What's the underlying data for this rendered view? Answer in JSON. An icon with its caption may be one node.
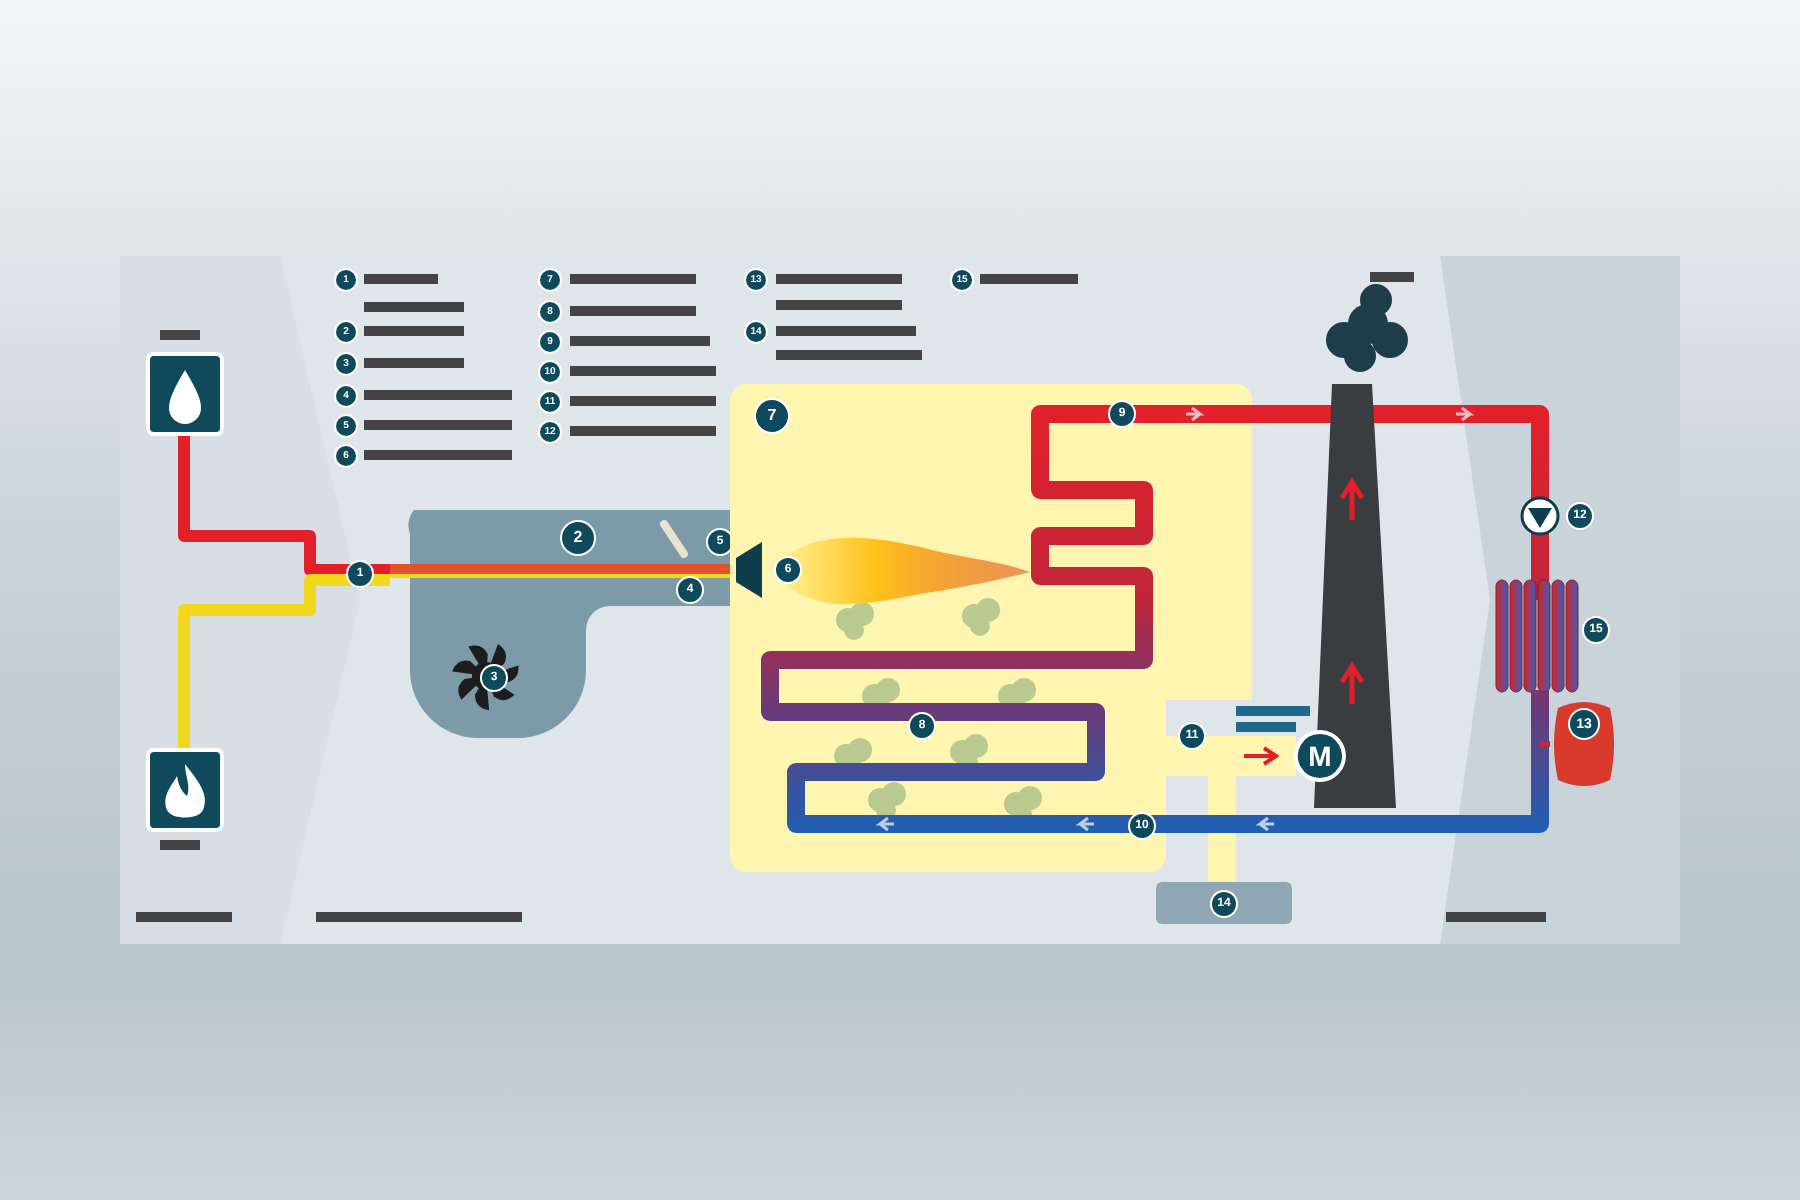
{
  "diagram": {
    "nodes": [
      {
        "text": [
          "2"
        ]
      },
      {
        "text": [
          "7"
        ]
      },
      {
        "text": [
          "M"
        ]
      },
      {
        "text": [
          "14"
        ]
      },
      {
        "text": [
          "13"
        ]
      },
      {
        "text": [],
        "shape": "picture"
      },
      {
        "text": [],
        "shape": "picture"
      }
    ],
    "edges": [
      {
        "from": 5,
        "to": 0,
        "arrow": "none",
        "color": "#e3202a"
      },
      {
        "from": 6,
        "to": 0,
        "arrow": "none",
        "color": "#f2d81c"
      },
      {
        "from": 1,
        "to": 2,
        "arrow": "to",
        "style": "thick",
        "color": "#fdf5b0"
      },
      {
        "from": 1,
        "to": 3,
        "arrow": "none",
        "style": "thick",
        "color": "#fdf5b0"
      }
    ],
    "labels": [
      "1",
      "2",
      "3",
      "4",
      "5",
      "6",
      "7",
      "8",
      "9",
      "10",
      "11",
      "12",
      "13",
      "14",
      "15",
      "1",
      "3",
      "4",
      "5",
      "6",
      "8",
      "9",
      "10",
      "11",
      "12",
      "15"
    ]
  }
}
